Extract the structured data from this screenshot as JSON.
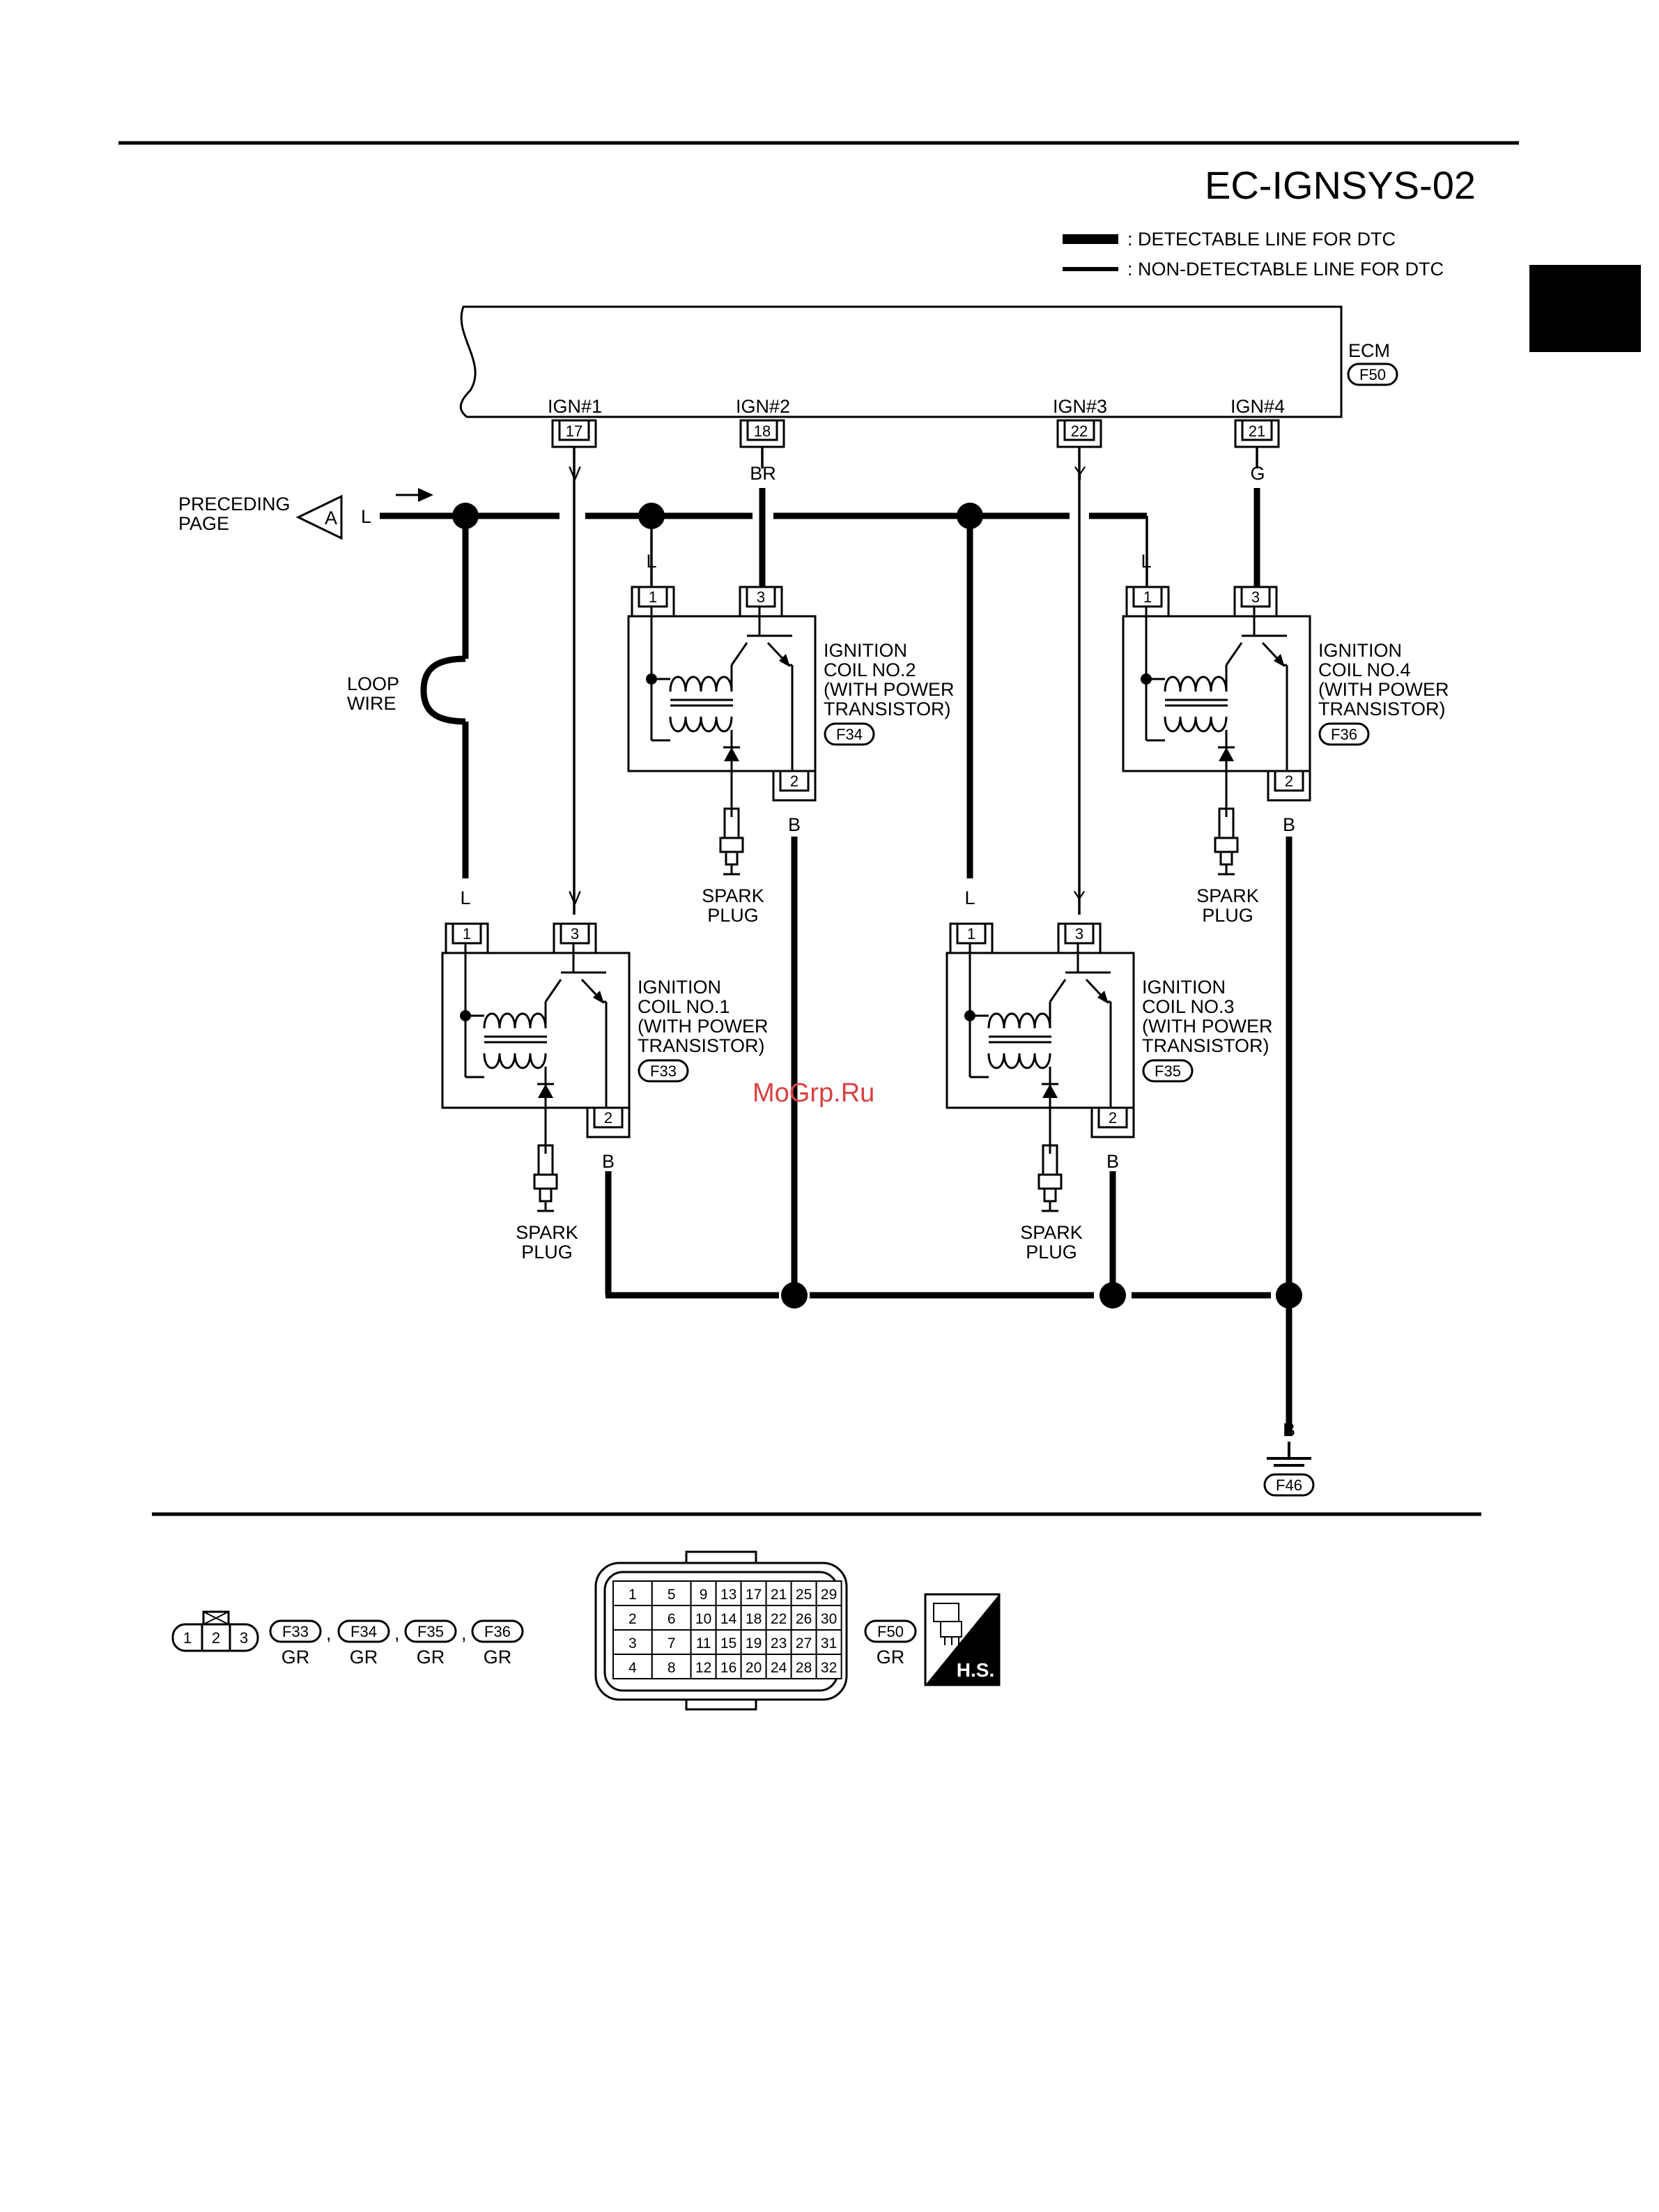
{
  "header": {
    "title": "EC-IGNSYS-02"
  },
  "legend": {
    "detectable": ": DETECTABLE LINE FOR DTC",
    "non_detectable": ": NON-DETECTABLE LINE FOR DTC"
  },
  "ecm": {
    "label": "ECM",
    "connector": "F50",
    "terminals": [
      {
        "name": "IGN#1",
        "pin": "17",
        "color": "V"
      },
      {
        "name": "IGN#2",
        "pin": "18",
        "color": "BR"
      },
      {
        "name": "IGN#3",
        "pin": "22",
        "color": "Y"
      },
      {
        "name": "IGN#4",
        "pin": "21",
        "color": "G"
      }
    ]
  },
  "preceding": {
    "line1": "PRECEDING",
    "line2": "PAGE",
    "ref": "A",
    "color": "L"
  },
  "loop_wire": {
    "line1": "LOOP",
    "line2": "WIRE"
  },
  "coils": [
    {
      "l1": "IGNITION",
      "l2": "COIL NO.1",
      "l3": "(WITH POWER",
      "l4": "TRANSISTOR)",
      "conn": "F33",
      "pin1": "1",
      "pin3": "3",
      "pin2": "2",
      "c1": "L",
      "c3": "V",
      "c2": "B"
    },
    {
      "l1": "IGNITION",
      "l2": "COIL NO.2",
      "l3": "(WITH POWER",
      "l4": "TRANSISTOR)",
      "conn": "F34",
      "pin1": "1",
      "pin3": "3",
      "pin2": "2",
      "c1": "L",
      "c3": "BR",
      "c2": "B"
    },
    {
      "l1": "IGNITION",
      "l2": "COIL NO.3",
      "l3": "(WITH POWER",
      "l4": "TRANSISTOR)",
      "conn": "F35",
      "pin1": "1",
      "pin3": "3",
      "pin2": "2",
      "c1": "L",
      "c3": "Y",
      "c2": "B"
    },
    {
      "l1": "IGNITION",
      "l2": "COIL NO.4",
      "l3": "(WITH POWER",
      "l4": "TRANSISTOR)",
      "conn": "F36",
      "pin1": "1",
      "pin3": "3",
      "pin2": "2",
      "c1": "L",
      "c3": "G",
      "c2": "B"
    }
  ],
  "spark_plug": {
    "line1": "SPARK",
    "line2": "PLUG"
  },
  "ground": {
    "color": "B",
    "connector": "F46"
  },
  "connector_views": {
    "small": {
      "pins": [
        "1",
        "2",
        "3"
      ],
      "refs": [
        "F33",
        "F34",
        "F35",
        "F36"
      ],
      "color": "GR",
      "sep": ","
    },
    "ecm": {
      "rows": [
        [
          "1",
          "5",
          "9",
          "13",
          "17",
          "21",
          "25",
          "29"
        ],
        [
          "2",
          "6",
          "10",
          "14",
          "18",
          "22",
          "26",
          "30"
        ],
        [
          "3",
          "7",
          "11",
          "15",
          "19",
          "23",
          "27",
          "31"
        ],
        [
          "4",
          "8",
          "12",
          "16",
          "20",
          "24",
          "28",
          "32"
        ]
      ],
      "ref": "F50",
      "color": "GR"
    },
    "hs": "H.S."
  },
  "watermark": "MoGrp.Ru"
}
